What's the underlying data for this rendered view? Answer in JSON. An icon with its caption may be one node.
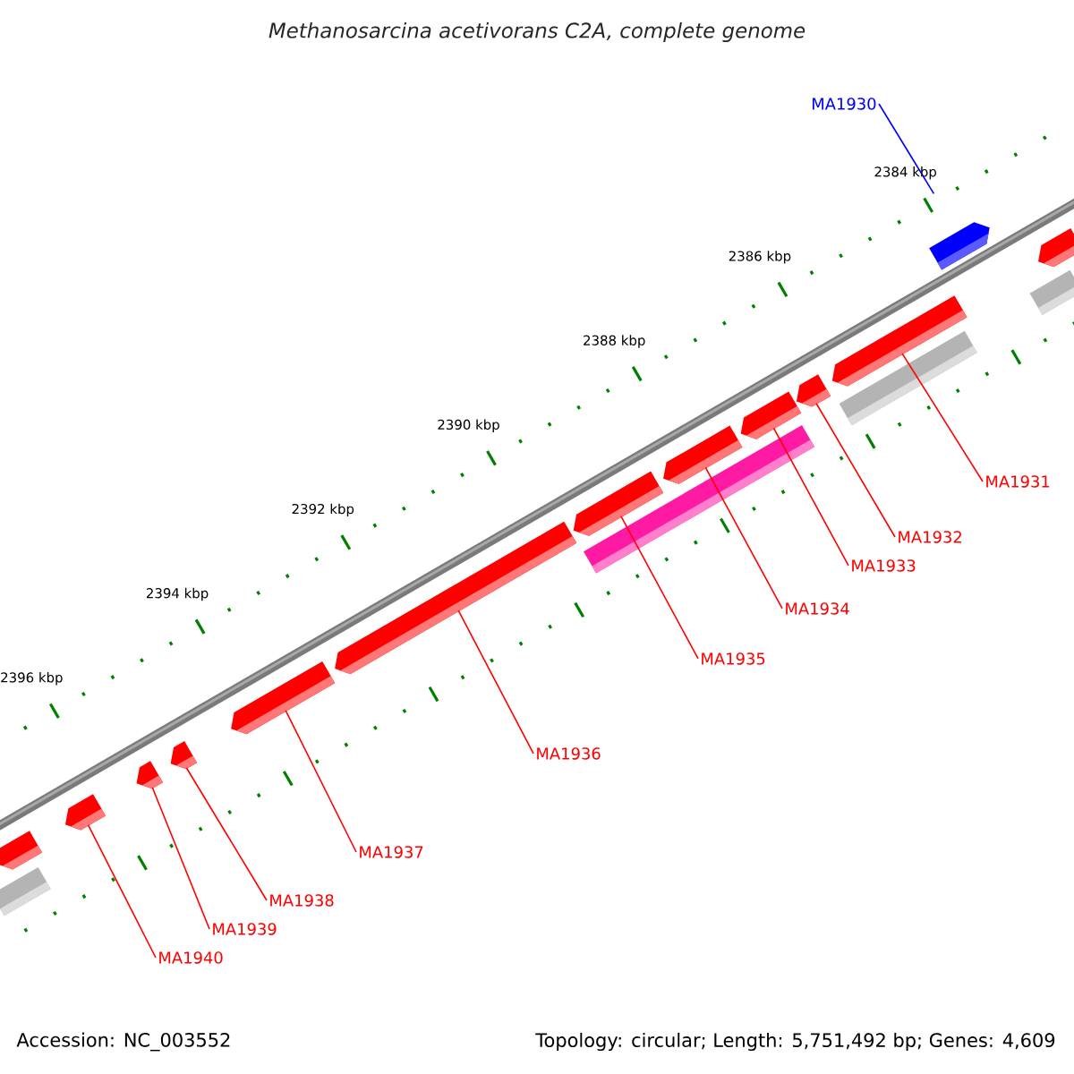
{
  "diagram": {
    "title": "Methanosarcina acetivorans C2A, complete genome",
    "nodes": [
      {
        "text": [
          "MA1930"
        ]
      },
      {
        "text": [],
        "shape": "pentagon"
      },
      {
        "text": [],
        "shape": "pentagon"
      },
      {
        "text": [],
        "shape": "pentagon"
      },
      {
        "text": [],
        "shape": "pentagon"
      },
      {
        "text": [],
        "shape": "pentagon"
      },
      {
        "text": [],
        "shape": "pentagon"
      },
      {
        "text": [],
        "shape": "pentagon"
      },
      {
        "text": [],
        "shape": "pentagon"
      },
      {
        "text": [],
        "shape": "pentagon"
      },
      {
        "text": [],
        "shape": "pentagon"
      },
      {
        "text": [],
        "shape": "pentagon"
      },
      {
        "text": [
          "MA1931"
        ]
      },
      {
        "text": [
          "MA1932"
        ]
      },
      {
        "text": [
          "MA1933"
        ]
      },
      {
        "text": [
          "MA1934"
        ]
      },
      {
        "text": [
          "MA1935"
        ]
      },
      {
        "text": [
          "MA1936"
        ]
      },
      {
        "text": [
          "MA1937"
        ]
      },
      {
        "text": [
          "MA1938"
        ]
      },
      {
        "text": [
          "MA1939"
        ]
      },
      {
        "text": [
          "MA1940"
        ]
      },
      {
        "text": [],
        "shape": "pentagon"
      },
      {
        "text": [],
        "shape": "pentagon"
      },
      {
        "text": [],
        "shape": "bar"
      },
      {
        "text": [],
        "shape": "bar"
      },
      {
        "text": [],
        "shape": "bar"
      },
      {
        "text": [],
        "shape": "bar"
      }
    ],
    "edges": [
      {
        "from": 0,
        "to": 1,
        "arrow": "none",
        "color": "#0000ff"
      },
      {
        "from": 12,
        "to": 2,
        "arrow": "none"
      },
      {
        "from": 13,
        "to": 3,
        "arrow": "none"
      },
      {
        "from": 14,
        "to": 4,
        "arrow": "none"
      },
      {
        "from": 15,
        "to": 5,
        "arrow": "none"
      },
      {
        "from": 16,
        "to": 6,
        "arrow": "none"
      },
      {
        "from": 17,
        "to": 7,
        "arrow": "none"
      },
      {
        "from": 18,
        "to": 8,
        "arrow": "none"
      },
      {
        "from": 19,
        "to": 9,
        "arrow": "none"
      },
      {
        "from": 20,
        "to": 10,
        "arrow": "none"
      },
      {
        "from": 21,
        "to": 11,
        "arrow": "none"
      }
    ],
    "labels": [
      "2384 kbp",
      "2386 kbp",
      "2388 kbp",
      "2390 kbp",
      "2392 kbp",
      "2394 kbp",
      "2396 kbp",
      "Accession: NC_003552",
      "Topology: circular; Length: 5,751,492 bp; Genes: 4,609"
    ]
  }
}
